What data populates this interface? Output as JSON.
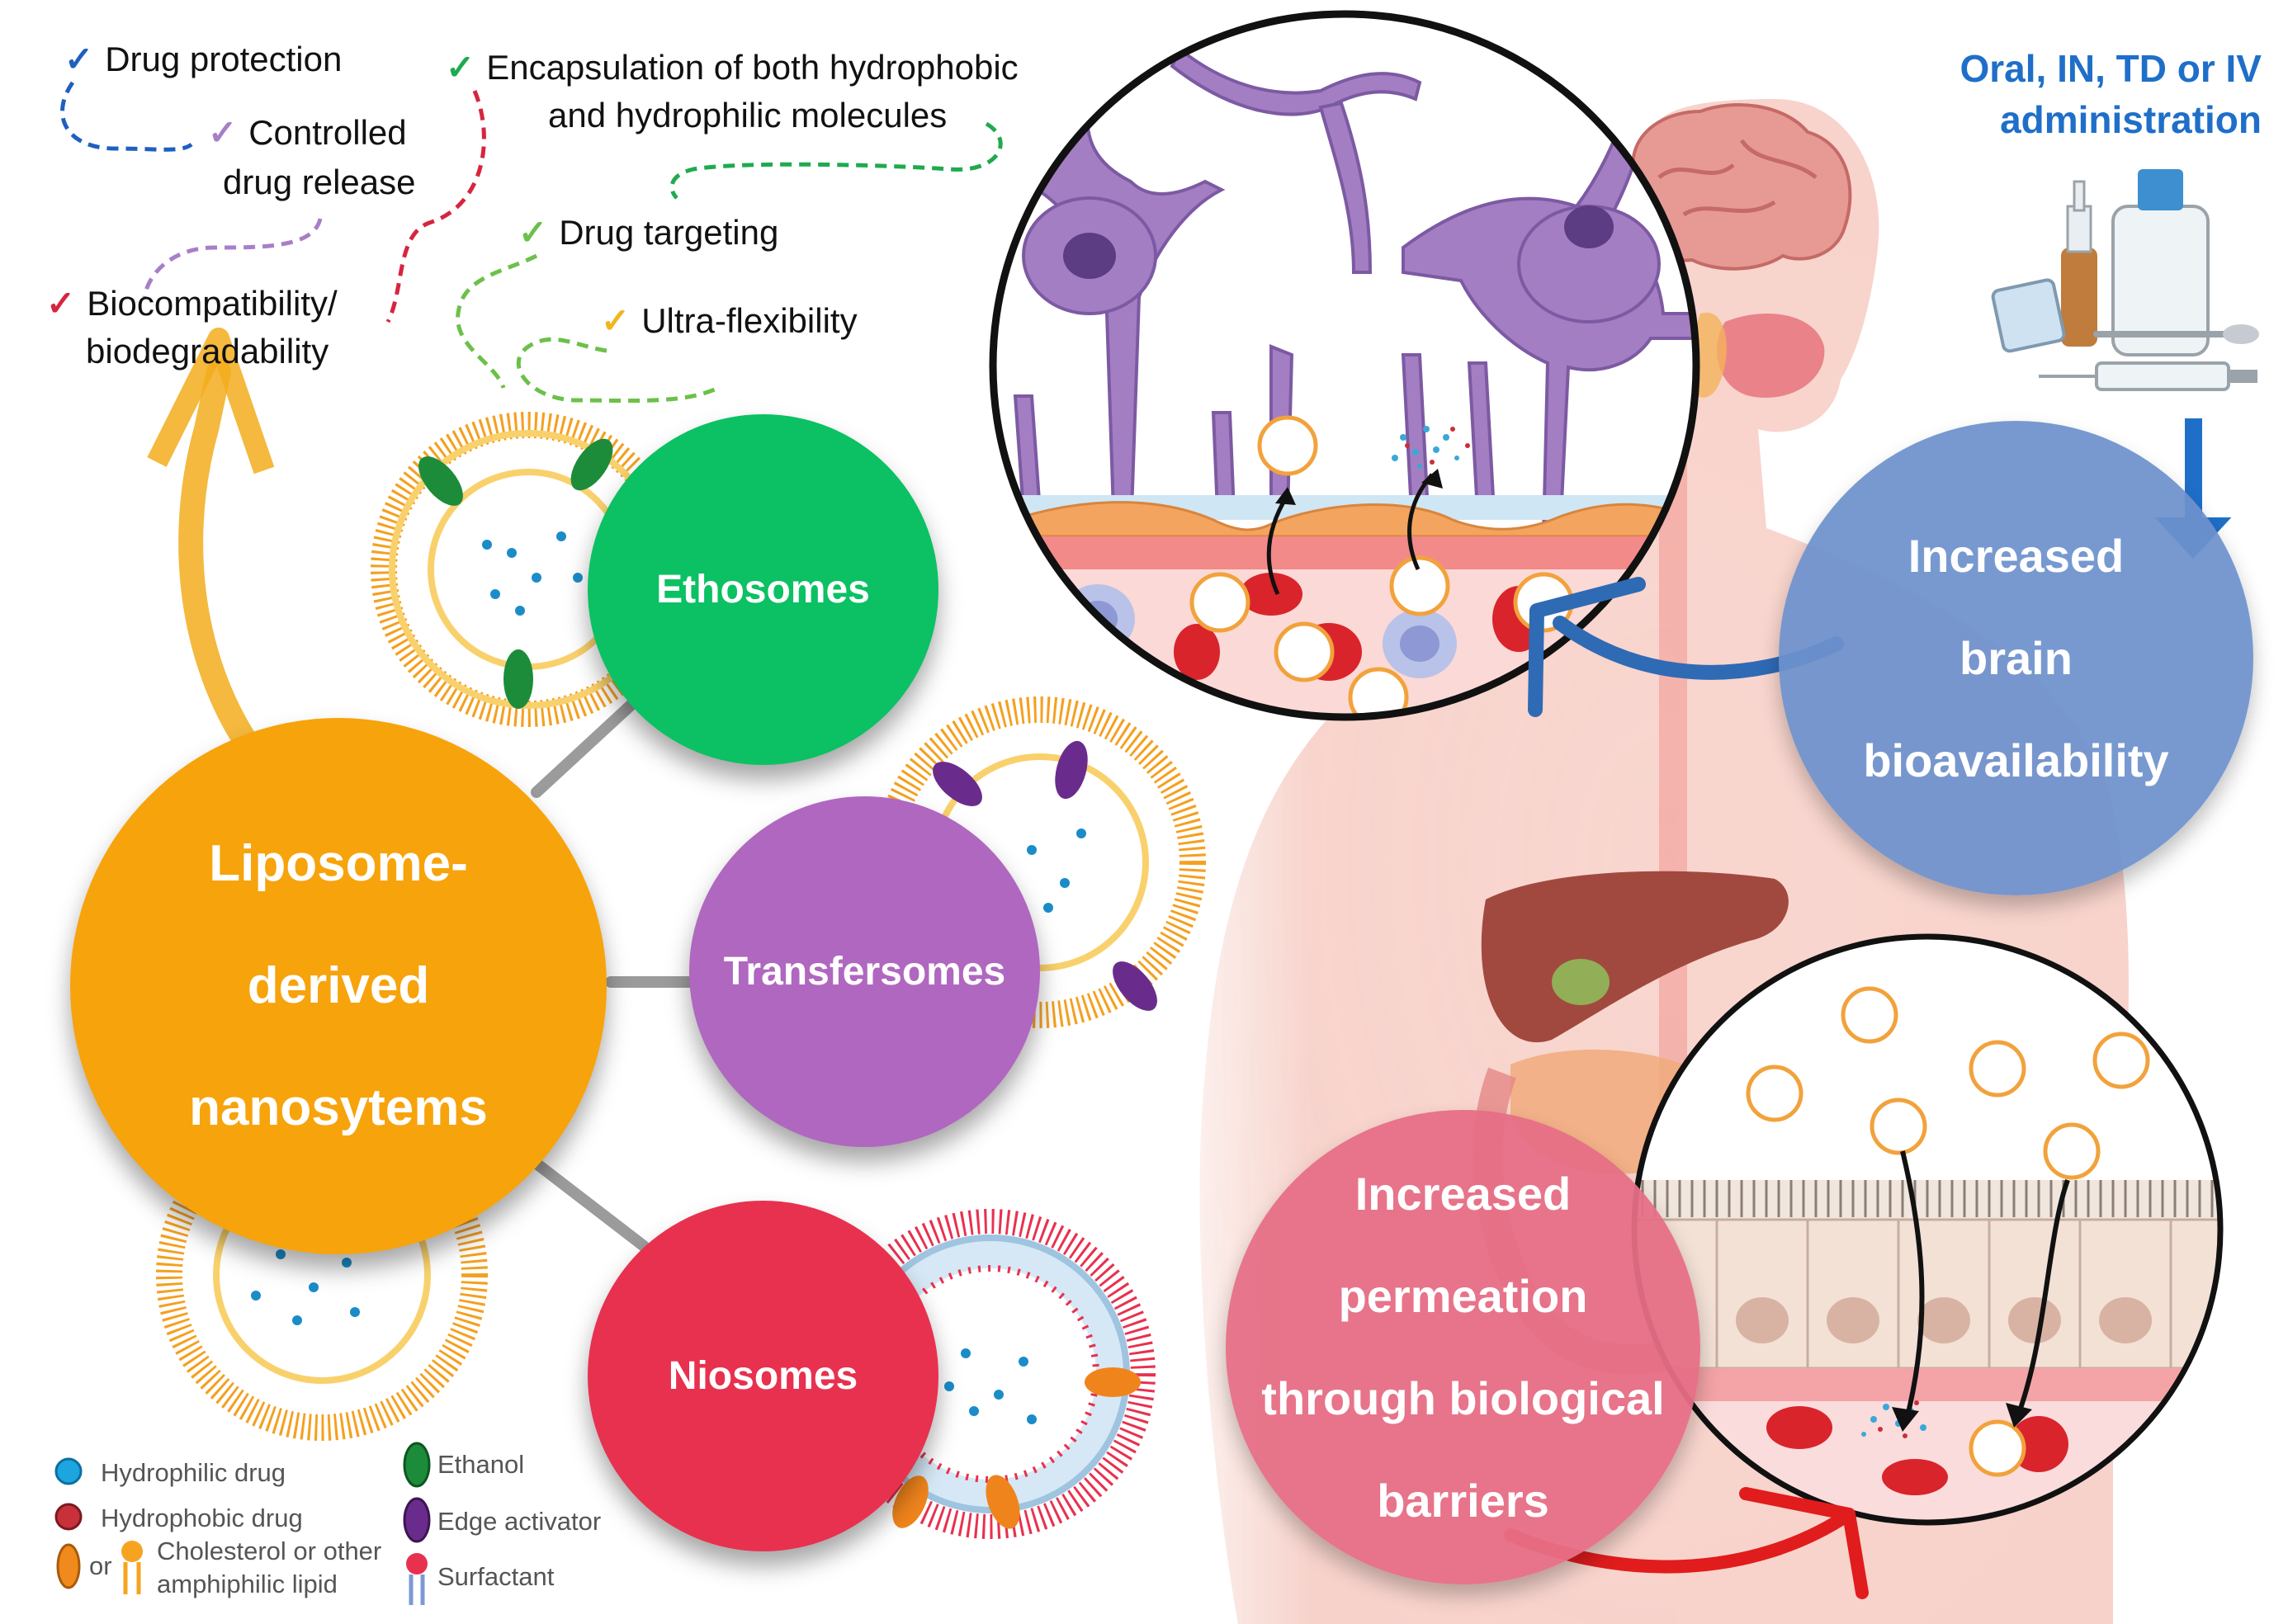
{
  "benefits": [
    {
      "label": "Drug protection",
      "check_color": "#1f5fbf"
    },
    {
      "label": "Controlled",
      "label2": "drug release",
      "check_color": "#a77fc8"
    },
    {
      "label": "Biocompatibility/",
      "label2": "biodegradability",
      "check_color": "#d6253f"
    },
    {
      "label": "Encapsulation of both hydrophobic",
      "label2": "and hydrophilic molecules",
      "check_color": "#1faa4e"
    },
    {
      "label": "Drug targeting",
      "check_color": "#6cc04a"
    },
    {
      "label": "Ultra-flexibility",
      "check_color": "#f2b51c"
    }
  ],
  "check_mark": "✓",
  "center": {
    "line1": "Liposome-",
    "line2": "derived",
    "line3": "nanosytems",
    "color": "#f7a30c"
  },
  "nodes": [
    {
      "label": "Ethosomes",
      "color": "#0bc163"
    },
    {
      "label": "Transfersomes",
      "color": "#b067c0"
    },
    {
      "label": "Niosomes",
      "color": "#e8314f"
    }
  ],
  "administration": {
    "line1": "Oral, IN, TD or IV",
    "line2": "administration",
    "color": "#1f6fc9"
  },
  "outcome_brain": {
    "line1": "Increased",
    "line2": "brain",
    "line3": "bioavailability",
    "color": "#6d91cc"
  },
  "outcome_permeation": {
    "line1": "Increased",
    "line2": "permeation",
    "line3": "through biological",
    "line4": "barriers",
    "color": "#e66f86"
  },
  "legend": {
    "hydrophilic": "Hydrophilic drug",
    "hydrophobic": "Hydrophobic drug",
    "or": "or",
    "cholesterol_1": "Cholesterol or other",
    "cholesterol_2": "amphiphilic lipid",
    "ethanol": "Ethanol",
    "edge": "Edge activator",
    "surfactant": "Surfactant"
  },
  "icons": [
    "check-icon",
    "arrow-icon",
    "nasal-spray-icon",
    "bottle-icon",
    "patch-icon",
    "spoon-icon",
    "syringe-icon",
    "brain-icon",
    "liver-icon",
    "intestine-icon",
    "blood-cell-icon",
    "neuron-icon",
    "vesicle-icon"
  ]
}
